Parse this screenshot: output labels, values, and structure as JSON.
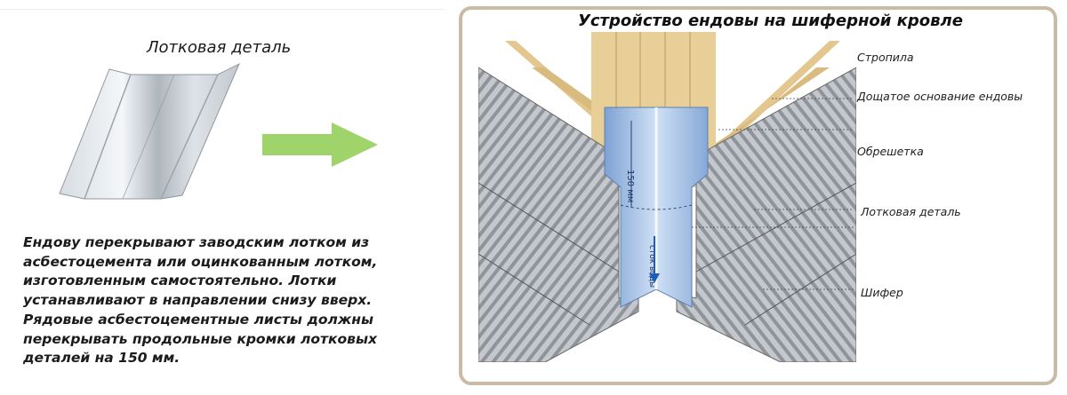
{
  "left": {
    "title": "Лотковая деталь",
    "description": "Ендову перекрывают заводским лотком из\nасбестоцемента или оцинкованным лотком,\nизготовленным самостоятельно. Лотки\nустанавливают в направлении снизу вверх.\nРядовые асбестоцементные листы должны\nперекрывать продольные кромки лотковых\nдеталей на 150 мм."
  },
  "diagram": {
    "title": "Устройство ендовы на шиферной кровле",
    "dimension_label": "150 мм",
    "flow_label": "сток воды",
    "labels": {
      "rafters": "Стропила",
      "boarding": "Дощатое основание ендовы",
      "battens": "Обрешетка",
      "trough": "Лотковая деталь",
      "slate": "Шифер"
    }
  },
  "colors": {
    "frame_border": "#c9bba6",
    "arrow": "#9fd46a",
    "trough_blue": "#9fbde6",
    "wood": "#e8cf97",
    "slate_gray": "#b9bdc3"
  }
}
